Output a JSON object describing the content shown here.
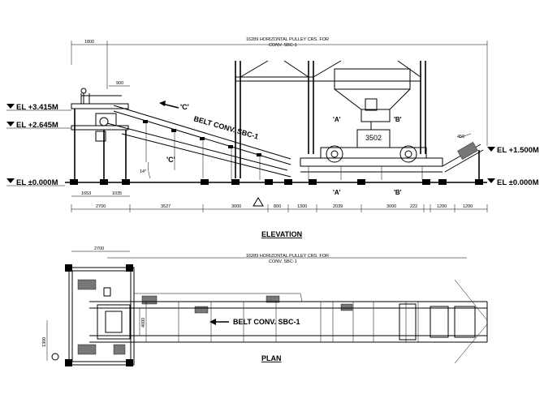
{
  "elevation": {
    "title": "ELEVATION",
    "conveyor_label": "BELT CONV. SBC-1",
    "arrow_c_label": "'C'",
    "arrow_a_label": "'A'",
    "arrow_b_label": "'B'",
    "angle_label": "14°",
    "hopper_dim": "3502",
    "top_dim_1800": "1800",
    "top_dim_900": "900",
    "top_note_line1": "16289 HORIZONTAL PULLEY CRS. FOR",
    "top_note_line2": "CONV. SBC-1",
    "dim_450": "450",
    "levels": {
      "el_3415": "EL +3.415M",
      "el_2645": "EL +2.645M",
      "el_0_left": "EL ±0.000M",
      "el_1500": "EL +1.500M",
      "el_0_right": "EL ±0.000M"
    },
    "sub_dims": [
      "1653",
      "1035"
    ],
    "bottom_dims": [
      "2700",
      "3527",
      "3000",
      "800",
      "1300",
      "2039",
      "3000",
      "222",
      "1200",
      "1200"
    ]
  },
  "plan": {
    "title": "PLAN",
    "conveyor_label": "BELT CONV. SBC-1",
    "top_dim": "2700",
    "top_note_line1": "16289 HORIZONTAL PULLEY CRS. FOR",
    "top_note_line2": "CONV. SBC-1",
    "width_dim": "4000",
    "left_dim": "1300"
  }
}
